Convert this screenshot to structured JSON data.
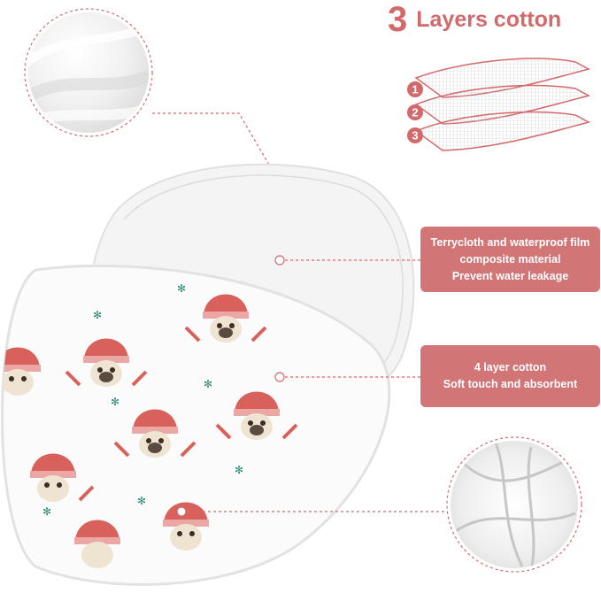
{
  "header": {
    "number": "3",
    "title": "Layers cotton"
  },
  "layers": {
    "items": [
      "1",
      "2",
      "3"
    ]
  },
  "callouts": {
    "top": {
      "lines": [
        "Terrycloth and waterproof film",
        "composite material",
        "Prevent water leakage"
      ]
    },
    "bottom": {
      "lines": [
        "4 layer cotton",
        "Soft touch and absorbent"
      ]
    }
  },
  "colors": {
    "accent": "#d4696b",
    "box": "#d17577",
    "hat_red": "#d9615c",
    "snowflake": "#2e8a78"
  }
}
